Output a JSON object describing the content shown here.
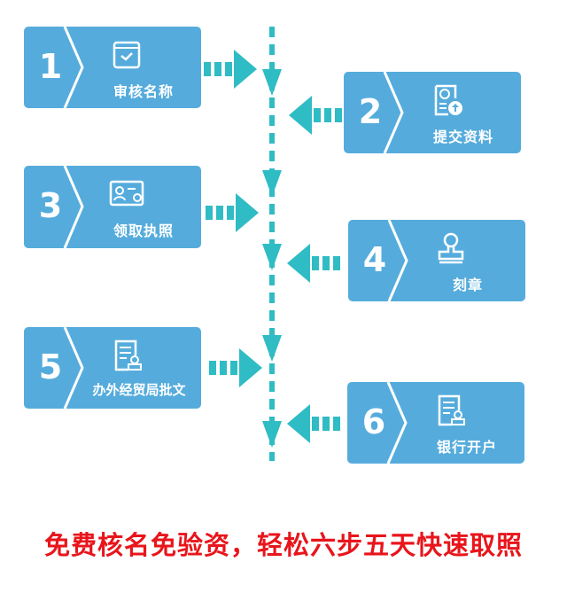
{
  "steps": [
    {
      "number": "1",
      "label": "审核名称",
      "icon": "calendar-check-icon"
    },
    {
      "number": "2",
      "label": "提交资料",
      "icon": "certificate-upload-icon"
    },
    {
      "number": "3",
      "label": "领取执照",
      "icon": "license-card-icon"
    },
    {
      "number": "4",
      "label": "刻章",
      "icon": "stamp-icon"
    },
    {
      "number": "5",
      "label": "办外经贸局批文",
      "icon": "document-stamp-icon"
    },
    {
      "number": "6",
      "label": "银行开户",
      "icon": "document-stamp-icon"
    }
  ],
  "caption": "免费核名免验资，轻松六步五天快速取照",
  "colors": {
    "box": "#55acdc",
    "arrow": "#2fbcc4",
    "caption": "#e8151b"
  }
}
